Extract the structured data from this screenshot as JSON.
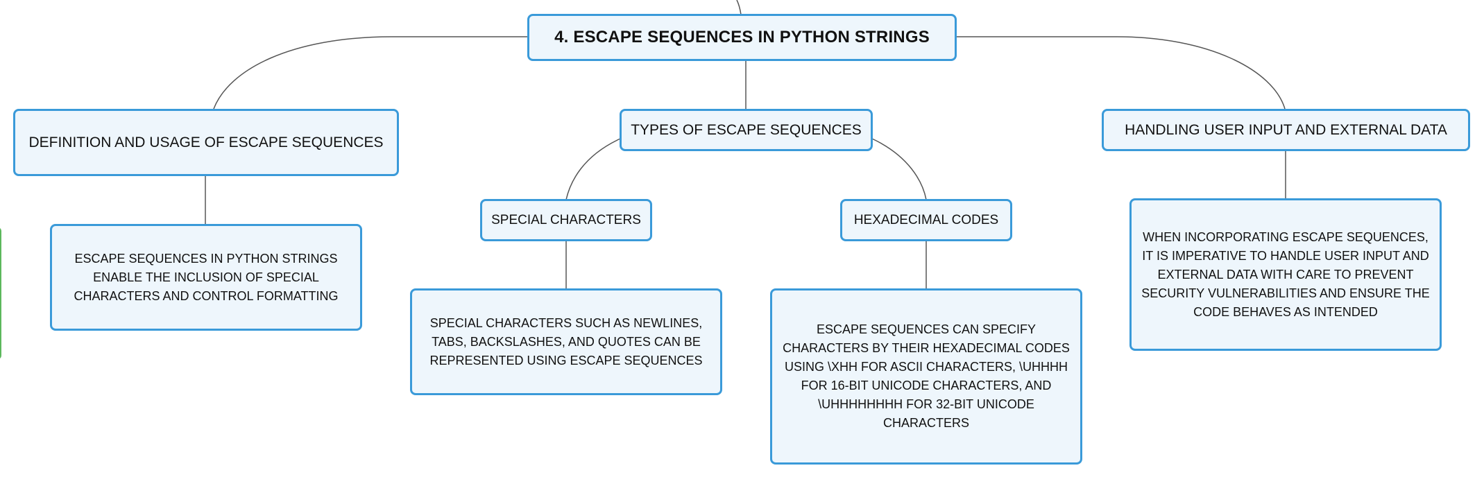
{
  "diagram": {
    "type": "mind-map",
    "root": {
      "label": "4. ESCAPE SEQUENCES IN PYTHON STRINGS"
    },
    "branches": [
      {
        "label": "DEFINITION AND USAGE OF ESCAPE SEQUENCES",
        "detail": "ESCAPE SEQUENCES IN PYTHON STRINGS ENABLE THE INCLUSION OF SPECIAL CHARACTERS AND CONTROL FORMATTING"
      },
      {
        "label": "TYPES OF ESCAPE SEQUENCES",
        "children": [
          {
            "label": "SPECIAL CHARACTERS",
            "detail": "SPECIAL CHARACTERS SUCH AS NEWLINES, TABS, BACKSLASHES, AND QUOTES CAN BE REPRESENTED USING ESCAPE SEQUENCES"
          },
          {
            "label": "HEXADECIMAL CODES",
            "detail": "ESCAPE SEQUENCES CAN SPECIFY CHARACTERS BY THEIR HEXADECIMAL CODES USING \\XHH FOR ASCII CHARACTERS, \\UHHHH FOR 16-BIT UNICODE CHARACTERS, AND \\UHHHHHHHH FOR 32-BIT UNICODE CHARACTERS"
          }
        ]
      },
      {
        "label": "HANDLING USER INPUT AND EXTERNAL DATA",
        "detail": "WHEN INCORPORATING ESCAPE SEQUENCES, IT IS IMPERATIVE TO HANDLE USER INPUT AND EXTERNAL DATA WITH CARE TO PREVENT SECURITY VULNERABILITIES AND ENSURE THE CODE BEHAVES AS INTENDED"
      }
    ],
    "colors": {
      "node_border": "#3a9ad9",
      "node_fill": "#eef6fc",
      "connector": "#555555",
      "side_edge_border": "#5cb85c"
    }
  }
}
